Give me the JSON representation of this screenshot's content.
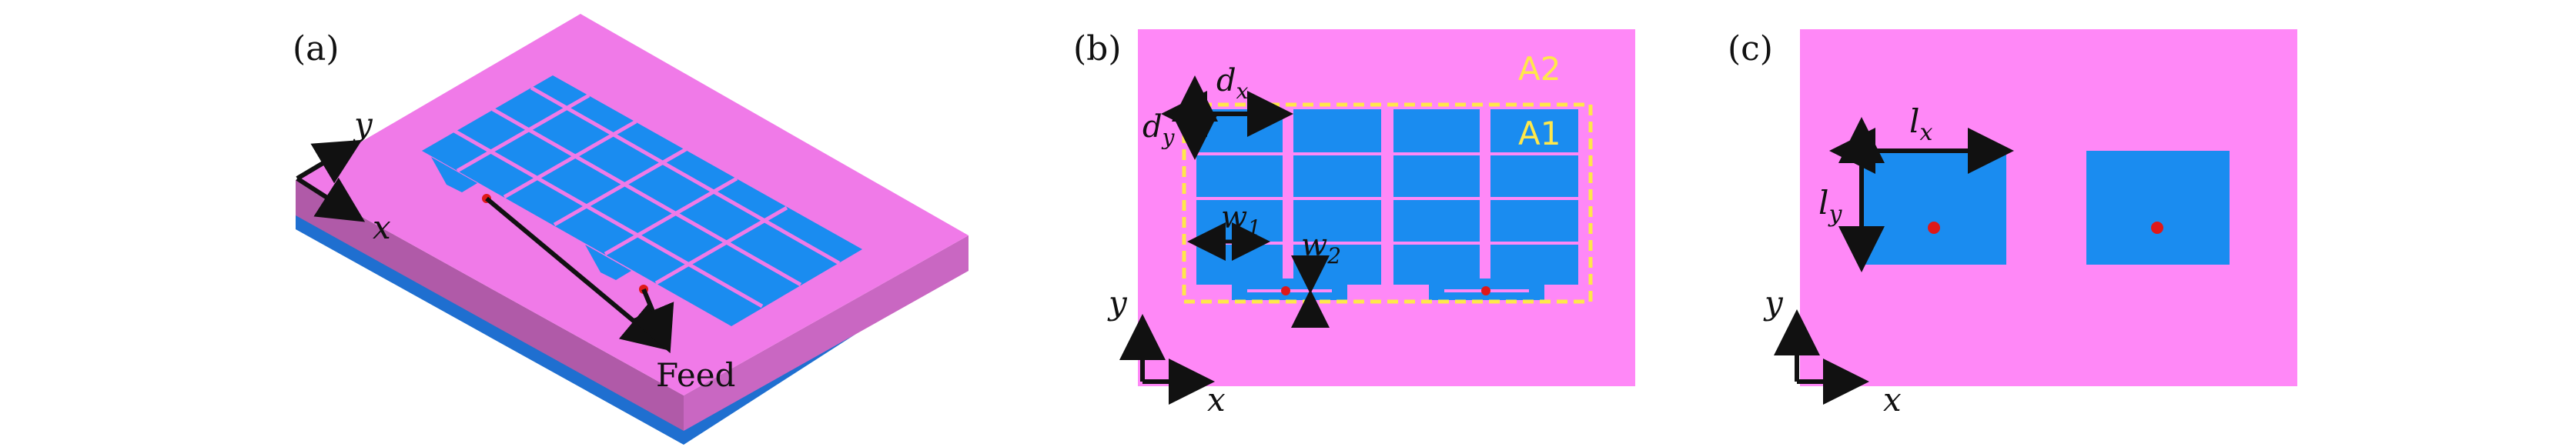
{
  "panels": {
    "a": {
      "tag": "(a)",
      "axis_x": "x",
      "axis_y": "y",
      "feed_label": "Feed"
    },
    "b": {
      "tag": "(b)",
      "axis_x": "x",
      "axis_y": "y",
      "region_outer": "A2",
      "region_inner": "A1",
      "dim_dx": "d",
      "dim_dx_sub": "x",
      "dim_dy": "d",
      "dim_dy_sub": "y",
      "dim_w1": "w",
      "dim_w1_sub": "1",
      "dim_w2": "w",
      "dim_w2_sub": "2"
    },
    "c": {
      "tag": "(c)",
      "axis_x": "x",
      "axis_y": "y",
      "dim_lx": "l",
      "dim_lx_sub": "x",
      "dim_ly": "l",
      "dim_ly_sub": "y"
    }
  },
  "colors": {
    "substrate_top": "#f07ae8",
    "substrate_front": "#b05aa8",
    "substrate_side": "#c967c2",
    "ground": "#1f6fd0",
    "patch": "#1a8cf0",
    "feed_point": "#e01818",
    "highlight": "#ffe84a",
    "arrow": "#111111"
  }
}
